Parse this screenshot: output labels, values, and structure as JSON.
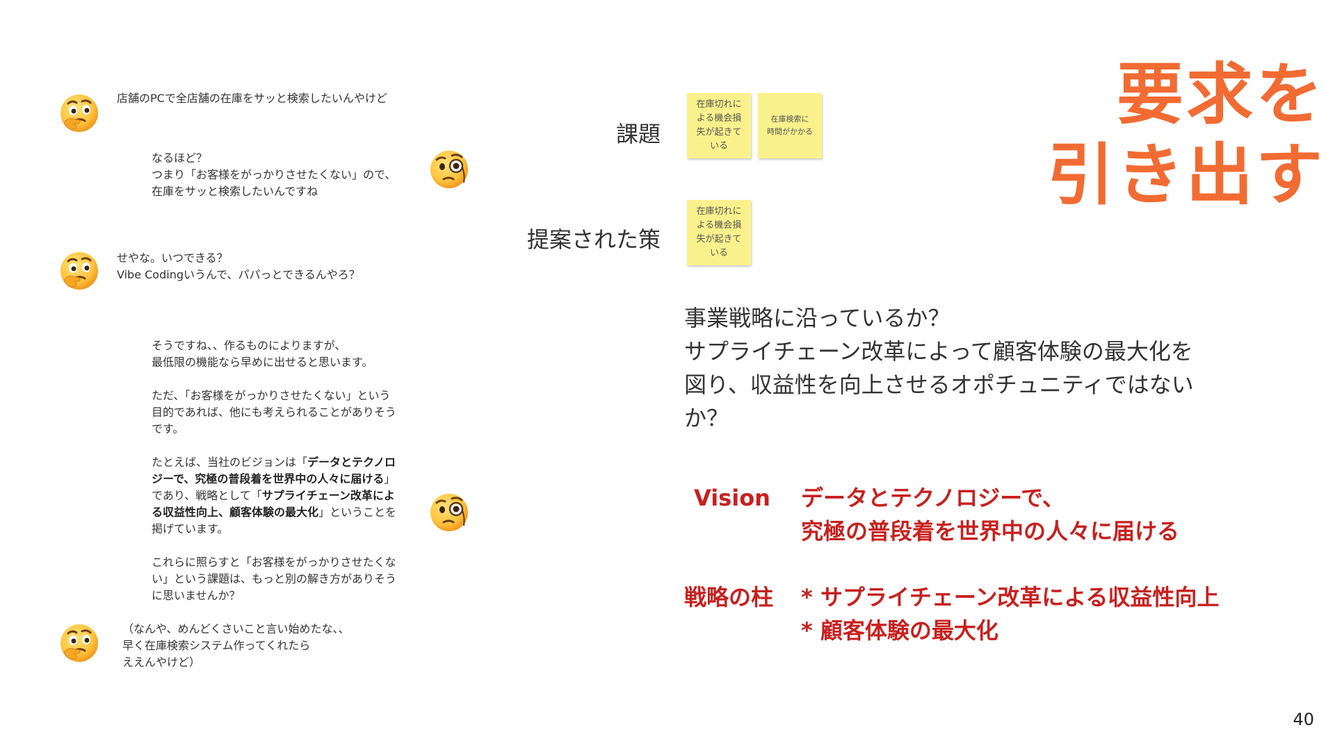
{
  "chat": {
    "customer_1": "店舗のPCで全店舗の在庫をサッと検索したいんやけど",
    "assistant_1": "なるほど？\nつまり「お客様をがっかりさせたくない」ので、\n在庫をサッと検索したいんですね",
    "customer_2": "せやな。いつできる？\nVibe Codingいうんで、パパっとできるんやろ？",
    "assistant_2": {
      "p1": "そうですね、、作るものによりますが、\n最低限の機能なら早めに出せると思います。",
      "p2": "ただ、「お客様をがっかりさせたくない」という\n目的であれば、他にも考えられることがありそう\nです。",
      "p3_a": "たとえば、当社のビジョンは「",
      "p3_b": "データとテクノロ\nジーで、究極の普段着を世界中の人々に届ける",
      "p3_c": "」\nであり、戦略として「",
      "p3_d": "サプライチェーン改革によ\nる収益性向上、顧客体験の最大化",
      "p3_e": "」ということを\n掲げています。",
      "p4": "これらに照らすと「お客様をがっかりさせたくな\nい」という課題は、もっと別の解き方がありそう\nに思いませんか？"
    },
    "customer_3": "（なんや、めんどくさいこと言い始めたな、、\n 早く在庫検索システム作ってくれたら\n ええんやけど）"
  },
  "board": {
    "issue_label": "課題",
    "proposal_label": "提案された策",
    "issue_notes": [
      "在庫切れに\nよる機会損\n失が起きて\nいる",
      "在庫検索に\n時間がかかる"
    ],
    "proposal_notes": [
      "在庫切れに\nよる機会損\n失が起きて\nいる"
    ]
  },
  "headline": {
    "line1": "要求を",
    "line2": "引き出す"
  },
  "question": "事業戦略に沿っているか？\nサプライチェーン改革によって顧客体験の最大化を\n図り、収益性を向上させるオポチュニティではない\nか？",
  "vision": {
    "label": "Vision",
    "text": "データとテクノロジーで、\n究極の普段着を世界中の人々に届ける",
    "pillar_label": "戦略の柱",
    "pillar_items": [
      "* サプライチェーン改革による収益性向上",
      "* 顧客体験の最大化"
    ]
  },
  "page_number": "40",
  "colors": {
    "headline": "#f26b32",
    "vision_red": "#c8201e",
    "sticky": "#fbf18c"
  },
  "icons": {
    "customer": "thinking-face-icon",
    "assistant": "face-with-monocle-icon"
  }
}
